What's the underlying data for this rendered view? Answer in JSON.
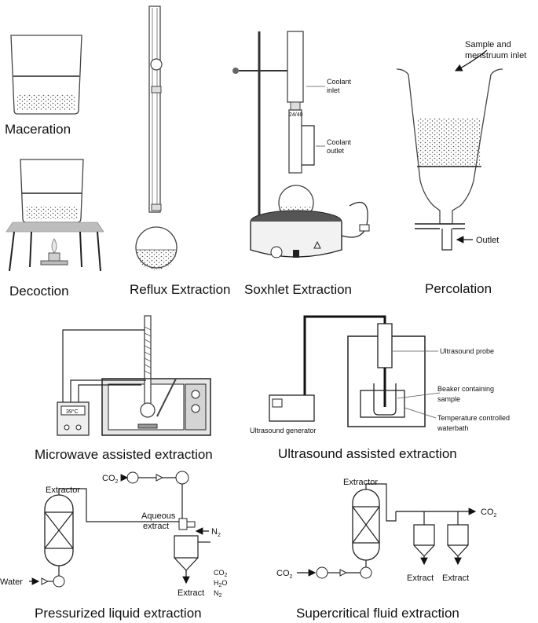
{
  "captions": {
    "maceration": "Maceration",
    "decoction": "Decoction",
    "reflux": "Reflux Extraction",
    "soxhlet": "Soxhlet Extraction",
    "percolation": "Percolation",
    "microwave": "Microwave assisted extraction",
    "ultrasound": "Ultrasound assisted extraction",
    "pressurized": "Pressurized liquid extraction",
    "supercritical": "Supercritical fluid extraction"
  },
  "soxhlet_labels": {
    "coolant_inlet_1": "Coolant",
    "coolant_inlet_2": "inlet",
    "coolant_outlet_1": "Coolant",
    "coolant_outlet_2": "outlet",
    "joint": "24/40"
  },
  "percolation_labels": {
    "inlet_1": "Sample and",
    "inlet_2": "menstruum inlet",
    "outlet": "Outlet"
  },
  "microwave_labels": {
    "display": "39°C"
  },
  "ultrasound_labels": {
    "probe": "Ultrasound probe",
    "beaker_1": "Beaker containing",
    "beaker_2": "sample",
    "bath_1": "Temperature controlled",
    "bath_2": "waterbath",
    "generator": "Ultrasound generator"
  },
  "pressurized_labels": {
    "extractor": "Extractor",
    "co2": "CO",
    "aqueous_1": "Aqueous",
    "aqueous_2": "extract",
    "n2": "N",
    "water": "Water",
    "extract": "Extract",
    "out_co2": "CO",
    "out_h2o_a": "H",
    "out_h2o_b": "O",
    "out_n2": "N"
  },
  "supercritical_labels": {
    "extractor": "Extractor",
    "co2_out": "CO",
    "co2_in": "CO",
    "extract_1": "Extract",
    "extract_2": "Extract"
  }
}
